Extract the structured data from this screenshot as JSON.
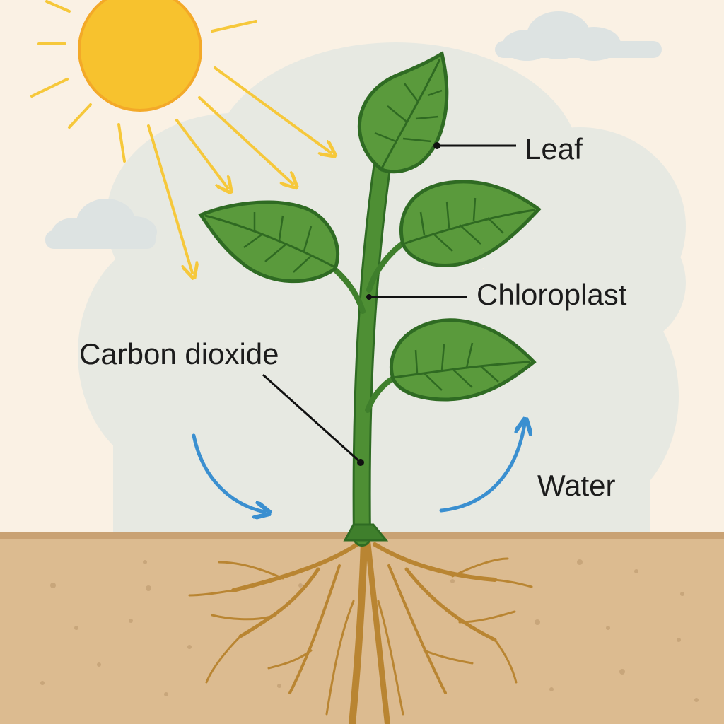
{
  "labels": {
    "leaf": "Leaf",
    "chloroplast": "Chloroplast",
    "carbon_dioxide": "Carbon dioxide",
    "water": "Water"
  },
  "colors": {
    "background": "#faf1e4",
    "cloud_backdrop": "#e7e9e2",
    "cloud": "#dde3e2",
    "sun": "#f7c22e",
    "sun_ray": "#f6c83b",
    "leaf_fill": "#5a9a3c",
    "leaf_outline": "#2f6b23",
    "leaf_vein": "#2f6a22",
    "stem": "#3f7f2c",
    "soil": "#dcbb90",
    "soil_line": "#c9a274",
    "root": "#b98532",
    "arrow_blue": "#3a8fd0",
    "leader_line": "#111111"
  },
  "icons": [
    "sun-icon",
    "cloud-icon",
    "leaf-icon",
    "root-icon",
    "arrow-icon"
  ]
}
